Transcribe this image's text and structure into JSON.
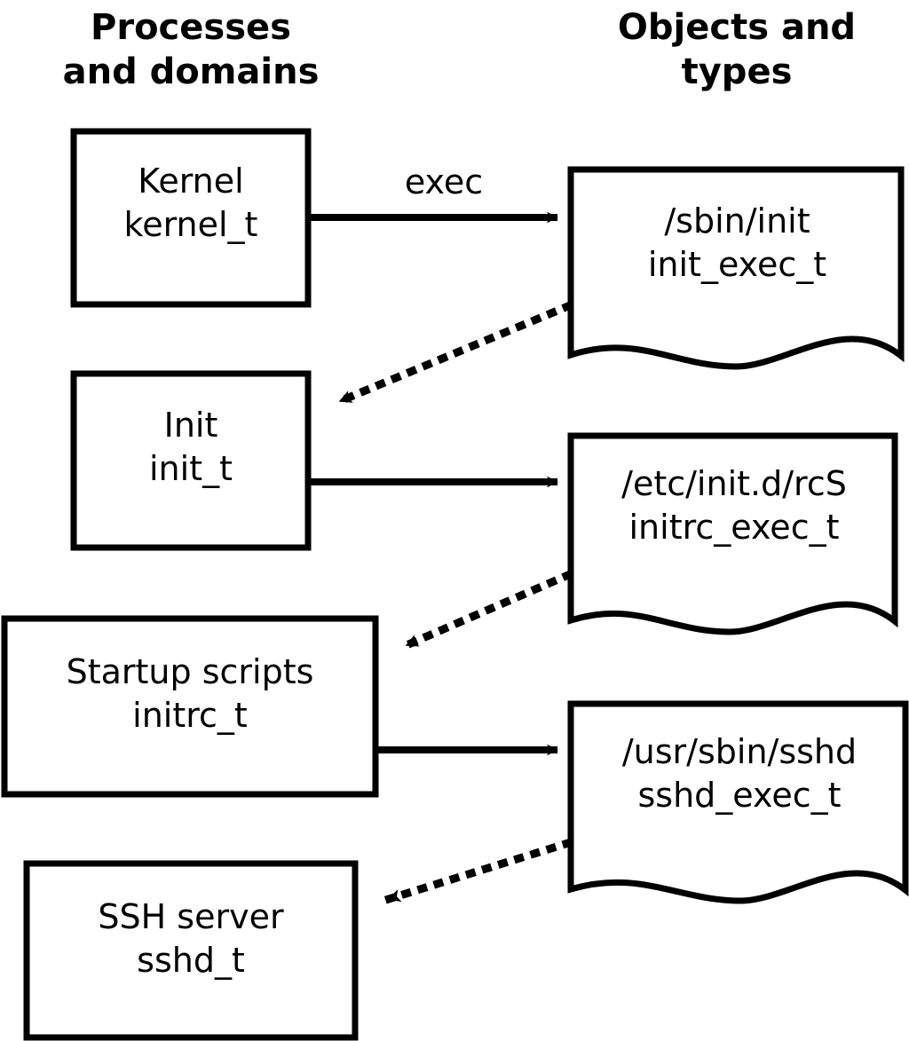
{
  "diagram": {
    "title_left": "Processes\nand domains",
    "title_right": "Objects and\ntypes",
    "headers": [
      {
        "id": "processes-and-domains",
        "text": "Processes\nand domains"
      },
      {
        "id": "objects-and-types",
        "text": "Objects and\ntypes"
      }
    ],
    "process_nodes": [
      {
        "id": "kernel",
        "line1": "Kernel",
        "line2": "kernel_t",
        "label": "Kernel\nkernel_t"
      },
      {
        "id": "init",
        "line1": "Init",
        "line2": "init_t",
        "label": "Init\ninit_t"
      },
      {
        "id": "startup-scripts",
        "line1": "Startup scripts",
        "line2": "initrc_t",
        "label": "Startup scripts\ninitrc_t"
      },
      {
        "id": "ssh-server",
        "line1": "SSH server",
        "line2": "sshd_t",
        "label": "SSH server\nsshd_t"
      }
    ],
    "object_nodes": [
      {
        "id": "sbin-init",
        "line1": "/sbin/init",
        "line2": "init_exec_t",
        "label": "/sbin/init\ninit_exec_t"
      },
      {
        "id": "etc-initd-rcs",
        "line1": "/etc/init.d/rcS",
        "line2": "initrc_exec_t",
        "label": "/etc/init.d/rcS\ninitrc_exec_t"
      },
      {
        "id": "usr-sbin-sshd",
        "line1": "/usr/sbin/sshd",
        "line2": "sshd_exec_t",
        "label": "/usr/sbin/sshd\nsshd_exec_t"
      }
    ],
    "edges": [
      {
        "id": "kernel-exec-sbin-init",
        "from": "kernel",
        "to": "sbin-init",
        "style": "solid",
        "label": "exec"
      },
      {
        "id": "sbin-init-transition-init",
        "from": "sbin-init",
        "to": "init",
        "style": "dotted",
        "label": ""
      },
      {
        "id": "init-exec-rcs",
        "from": "init",
        "to": "etc-initd-rcs",
        "style": "solid",
        "label": ""
      },
      {
        "id": "rcs-transition-initrc",
        "from": "etc-initd-rcs",
        "to": "startup-scripts",
        "style": "dotted",
        "label": ""
      },
      {
        "id": "initrc-exec-sshd",
        "from": "startup-scripts",
        "to": "usr-sbin-sshd",
        "style": "solid",
        "label": ""
      },
      {
        "id": "sshd-exec-transition-sshd",
        "from": "usr-sbin-sshd",
        "to": "ssh-server",
        "style": "dotted",
        "label": ""
      }
    ],
    "edge_labels": [
      {
        "id": "exec-label",
        "text": "exec"
      }
    ],
    "colors": {
      "stroke": "#000000",
      "fill": "#ffffff",
      "text": "#000000",
      "background": "#ffffff"
    }
  }
}
